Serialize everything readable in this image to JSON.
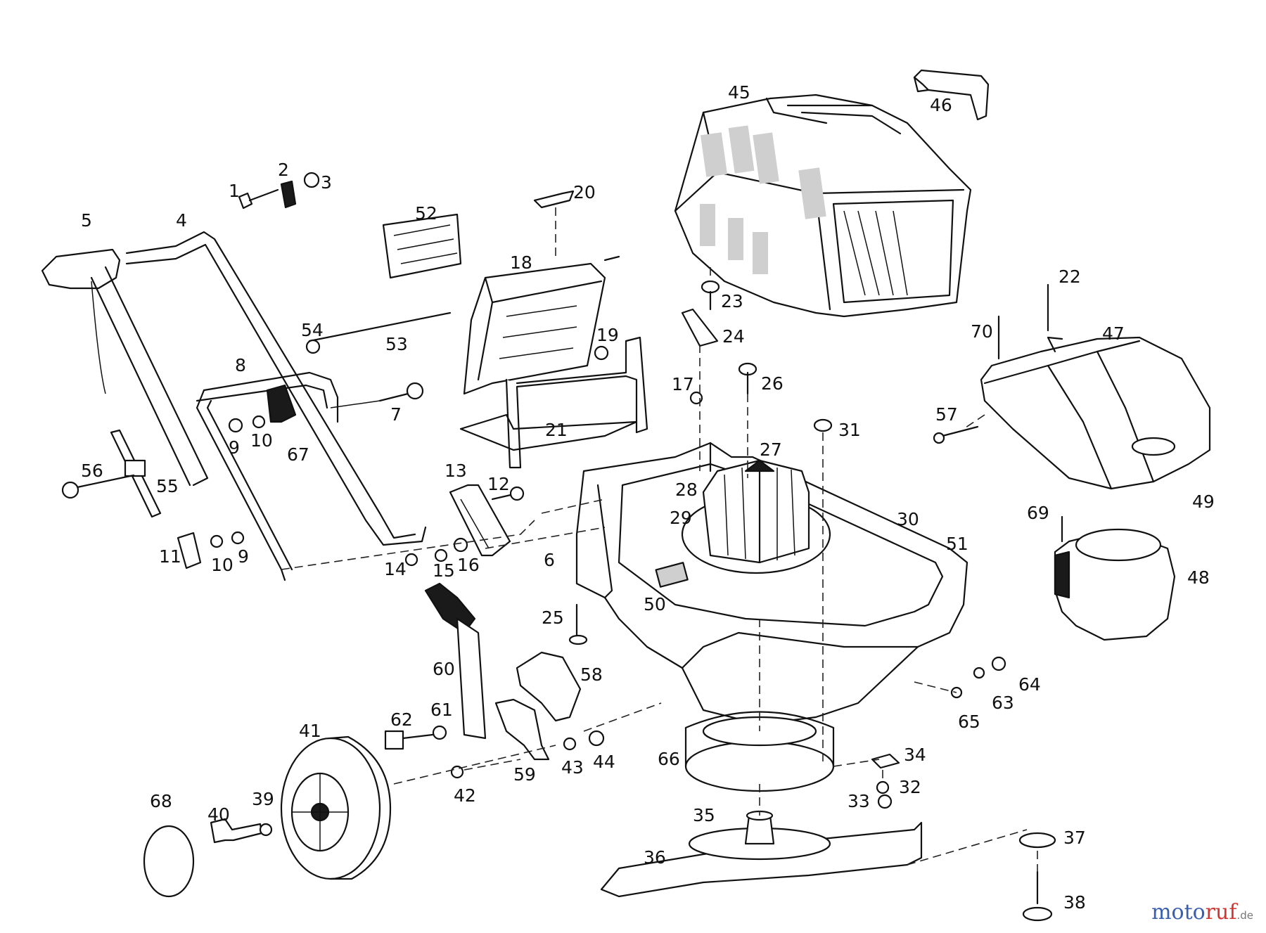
{
  "part_labels": [
    {
      "id": "1",
      "text": "1"
    },
    {
      "id": "2",
      "text": "2"
    },
    {
      "id": "3",
      "text": "3"
    },
    {
      "id": "4",
      "text": "4"
    },
    {
      "id": "5",
      "text": "5"
    },
    {
      "id": "6",
      "text": "6"
    },
    {
      "id": "7",
      "text": "7"
    },
    {
      "id": "8",
      "text": "8"
    },
    {
      "id": "9a",
      "text": "9"
    },
    {
      "id": "9b",
      "text": "9"
    },
    {
      "id": "10a",
      "text": "10"
    },
    {
      "id": "10b",
      "text": "10"
    },
    {
      "id": "11",
      "text": "11"
    },
    {
      "id": "12",
      "text": "12"
    },
    {
      "id": "13",
      "text": "13"
    },
    {
      "id": "14",
      "text": "14"
    },
    {
      "id": "15",
      "text": "15"
    },
    {
      "id": "16",
      "text": "16"
    },
    {
      "id": "17",
      "text": "17"
    },
    {
      "id": "18",
      "text": "18"
    },
    {
      "id": "19",
      "text": "19"
    },
    {
      "id": "20",
      "text": "20"
    },
    {
      "id": "21",
      "text": "21"
    },
    {
      "id": "22",
      "text": "22"
    },
    {
      "id": "23",
      "text": "23"
    },
    {
      "id": "24",
      "text": "24"
    },
    {
      "id": "25",
      "text": "25"
    },
    {
      "id": "26",
      "text": "26"
    },
    {
      "id": "27",
      "text": "27"
    },
    {
      "id": "28",
      "text": "28"
    },
    {
      "id": "29",
      "text": "29"
    },
    {
      "id": "30",
      "text": "30"
    },
    {
      "id": "31",
      "text": "31"
    },
    {
      "id": "32",
      "text": "32"
    },
    {
      "id": "33",
      "text": "33"
    },
    {
      "id": "34",
      "text": "34"
    },
    {
      "id": "35",
      "text": "35"
    },
    {
      "id": "36",
      "text": "36"
    },
    {
      "id": "37",
      "text": "37"
    },
    {
      "id": "38",
      "text": "38"
    },
    {
      "id": "39",
      "text": "39"
    },
    {
      "id": "40",
      "text": "40"
    },
    {
      "id": "41",
      "text": "41"
    },
    {
      "id": "42",
      "text": "42"
    },
    {
      "id": "43",
      "text": "43"
    },
    {
      "id": "44",
      "text": "44"
    },
    {
      "id": "45",
      "text": "45"
    },
    {
      "id": "46",
      "text": "46"
    },
    {
      "id": "47",
      "text": "47"
    },
    {
      "id": "48",
      "text": "48"
    },
    {
      "id": "49",
      "text": "49"
    },
    {
      "id": "50",
      "text": "50"
    },
    {
      "id": "51",
      "text": "51"
    },
    {
      "id": "52",
      "text": "52"
    },
    {
      "id": "53",
      "text": "53"
    },
    {
      "id": "54",
      "text": "54"
    },
    {
      "id": "55",
      "text": "55"
    },
    {
      "id": "56",
      "text": "56"
    },
    {
      "id": "57",
      "text": "57"
    },
    {
      "id": "58",
      "text": "58"
    },
    {
      "id": "59",
      "text": "59"
    },
    {
      "id": "60",
      "text": "60"
    },
    {
      "id": "61",
      "text": "61"
    },
    {
      "id": "62",
      "text": "62"
    },
    {
      "id": "63",
      "text": "63"
    },
    {
      "id": "64",
      "text": "64"
    },
    {
      "id": "65",
      "text": "65"
    },
    {
      "id": "66",
      "text": "66"
    },
    {
      "id": "67",
      "text": "67"
    },
    {
      "id": "68",
      "text": "68"
    },
    {
      "id": "69",
      "text": "69"
    },
    {
      "id": "70",
      "text": "70"
    }
  ],
  "watermark": {
    "part1": "moto",
    "part2": "ruf",
    "suffix": ".de"
  },
  "colors": {
    "line": "#111111",
    "background": "#ffffff",
    "logo_blue": "#3a5fb0",
    "logo_red": "#d6352f"
  }
}
